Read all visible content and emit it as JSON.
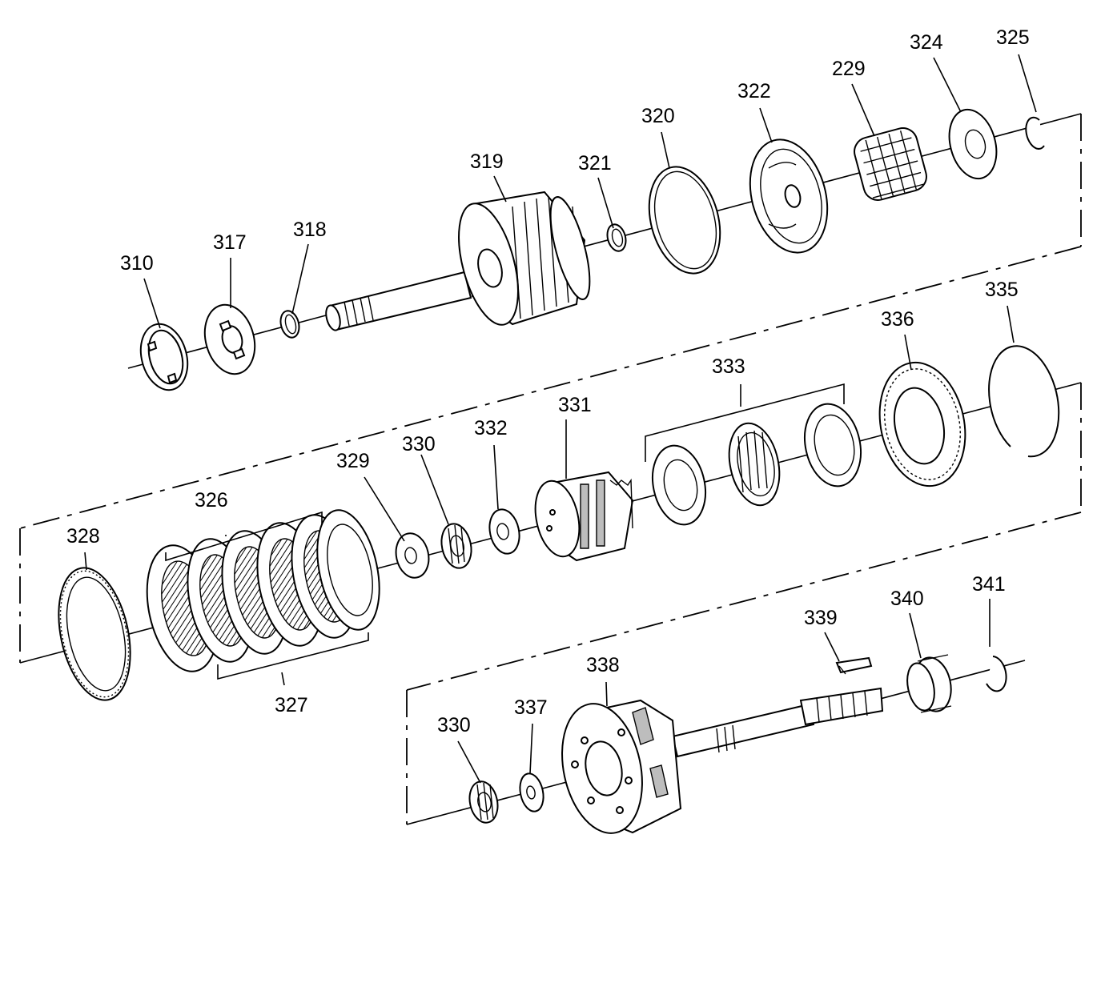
{
  "callouts": {
    "p310": "310",
    "p317": "317",
    "p318": "318",
    "p319": "319",
    "p321": "321",
    "p320": "320",
    "p322": "322",
    "p229": "229",
    "p324": "324",
    "p325": "325",
    "p328": "328",
    "p326": "326",
    "p327": "327",
    "p329": "329",
    "p330a": "330",
    "p332": "332",
    "p331": "331",
    "p333": "333",
    "p336": "336",
    "p335": "335",
    "p330b": "330",
    "p337": "337",
    "p338": "338",
    "p339": "339",
    "p340": "340",
    "p341": "341"
  },
  "colors": {
    "line": "#000000",
    "background": "#ffffff",
    "shade": "#bdbdbd"
  }
}
